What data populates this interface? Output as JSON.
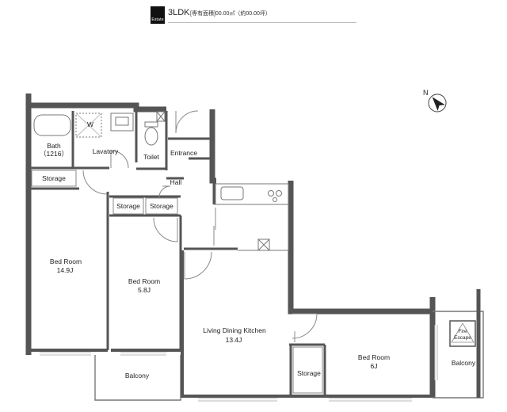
{
  "header": {
    "logo_text": "Estate",
    "plan_type": "3LDK",
    "area_text": "[専有面積]00.00㎡（約00.00坪）"
  },
  "compass": {
    "label": "N"
  },
  "rooms": {
    "bath": "Bath",
    "bath_size": "（1216）",
    "washer": "W",
    "lavatory": "Lavatory",
    "toilet": "Toilet",
    "entrance": "Entrance",
    "hall": "Hall",
    "storage_1": "Storage",
    "storage_2": "Storage",
    "storage_3": "Storage",
    "storage_4": "Storage",
    "bedroom_1": "Bed Room",
    "bedroom_1_size": "14.9J",
    "bedroom_2": "Bed Room",
    "bedroom_2_size": "5.8J",
    "bedroom_3": "Bed Room",
    "bedroom_3_size": "6J",
    "ldk": "Living Dining Kitchen",
    "ldk_size": "13.4J",
    "balcony_1": "Balcony",
    "balcony_2": "Balcony",
    "fire_escape_1": "Fire",
    "fire_escape_2": "Escape"
  }
}
